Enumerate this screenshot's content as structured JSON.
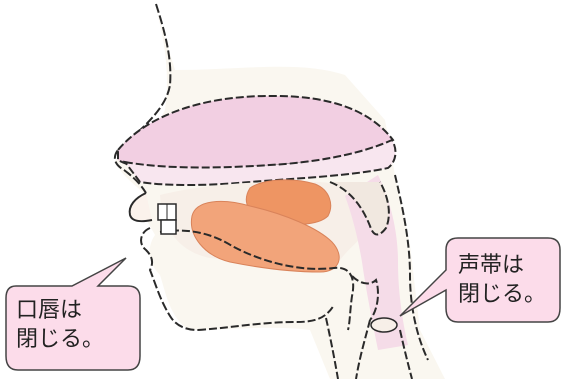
{
  "callouts": {
    "lips": {
      "line1": "口唇は",
      "line2": "閉じる。"
    },
    "vocal_cords": {
      "line1": "声帯は",
      "line2": "閉じる。"
    }
  },
  "colors": {
    "outline": "#2a2a2a",
    "face_fill": "#faf7f0",
    "palate_pink": "#f2cfe2",
    "palate_light": "#f8e6ef",
    "tongue_orange": "#ef9a6c",
    "tongue_light": "#f3b28c",
    "bubble_fill": "#fcdcea",
    "bubble_stroke": "#444444"
  },
  "icons": [
    "teeth-icon",
    "vocal-cords-icon"
  ]
}
